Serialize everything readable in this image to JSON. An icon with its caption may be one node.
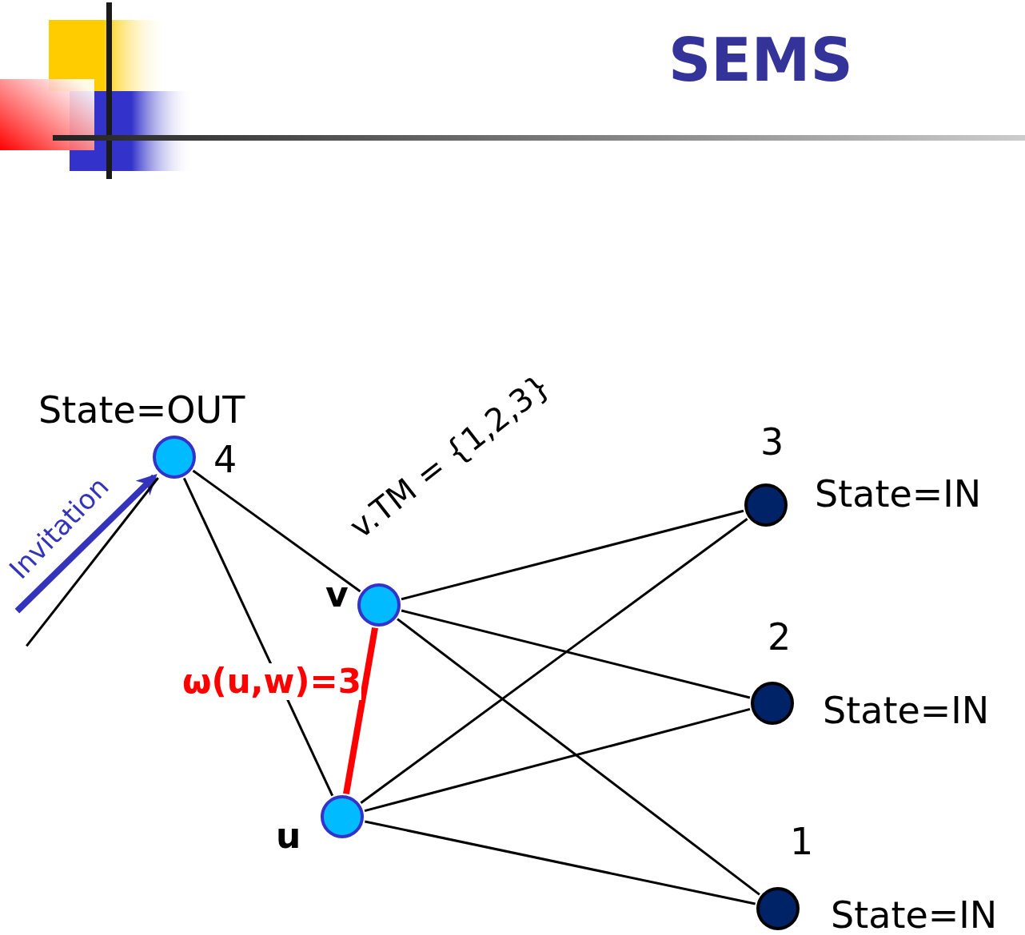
{
  "diagram": {
    "title": "SEMS",
    "nodes": [
      {
        "text": [],
        "shape": "circle",
        "beside": [
          "State=OUT",
          "4"
        ]
      },
      {
        "text": [],
        "shape": "circle",
        "beside": [
          "v"
        ]
      },
      {
        "text": [],
        "shape": "circle",
        "beside": [
          "u"
        ]
      },
      {
        "text": [],
        "shape": "circle",
        "beside": [
          "3",
          "State=IN"
        ]
      },
      {
        "text": [],
        "shape": "circle",
        "beside": [
          "2",
          "State=IN"
        ]
      },
      {
        "text": [],
        "shape": "circle",
        "beside": [
          "1",
          "State=IN"
        ]
      }
    ],
    "edges": [
      {
        "from": null,
        "to": 0,
        "arrow": "to",
        "label": "Invitation",
        "style": "thick",
        "color": "#3333bb"
      },
      {
        "from": null,
        "to": 0,
        "arrow": "none"
      },
      {
        "from": 0,
        "to": 1,
        "arrow": "none"
      },
      {
        "from": 0,
        "to": 2,
        "arrow": "none"
      },
      {
        "from": 1,
        "to": 2,
        "arrow": "none",
        "label": "ω(u,w)=3",
        "style": "thick",
        "color": "#ff0000"
      },
      {
        "from": 1,
        "to": 3,
        "arrow": "none"
      },
      {
        "from": 1,
        "to": 4,
        "arrow": "none"
      },
      {
        "from": 1,
        "to": 5,
        "arrow": "none"
      },
      {
        "from": 2,
        "to": 3,
        "arrow": "none"
      },
      {
        "from": 2,
        "to": 4,
        "arrow": "none"
      },
      {
        "from": 2,
        "to": 5,
        "arrow": "none"
      }
    ],
    "labels": [
      "v.TM = {1,2,3}"
    ]
  }
}
